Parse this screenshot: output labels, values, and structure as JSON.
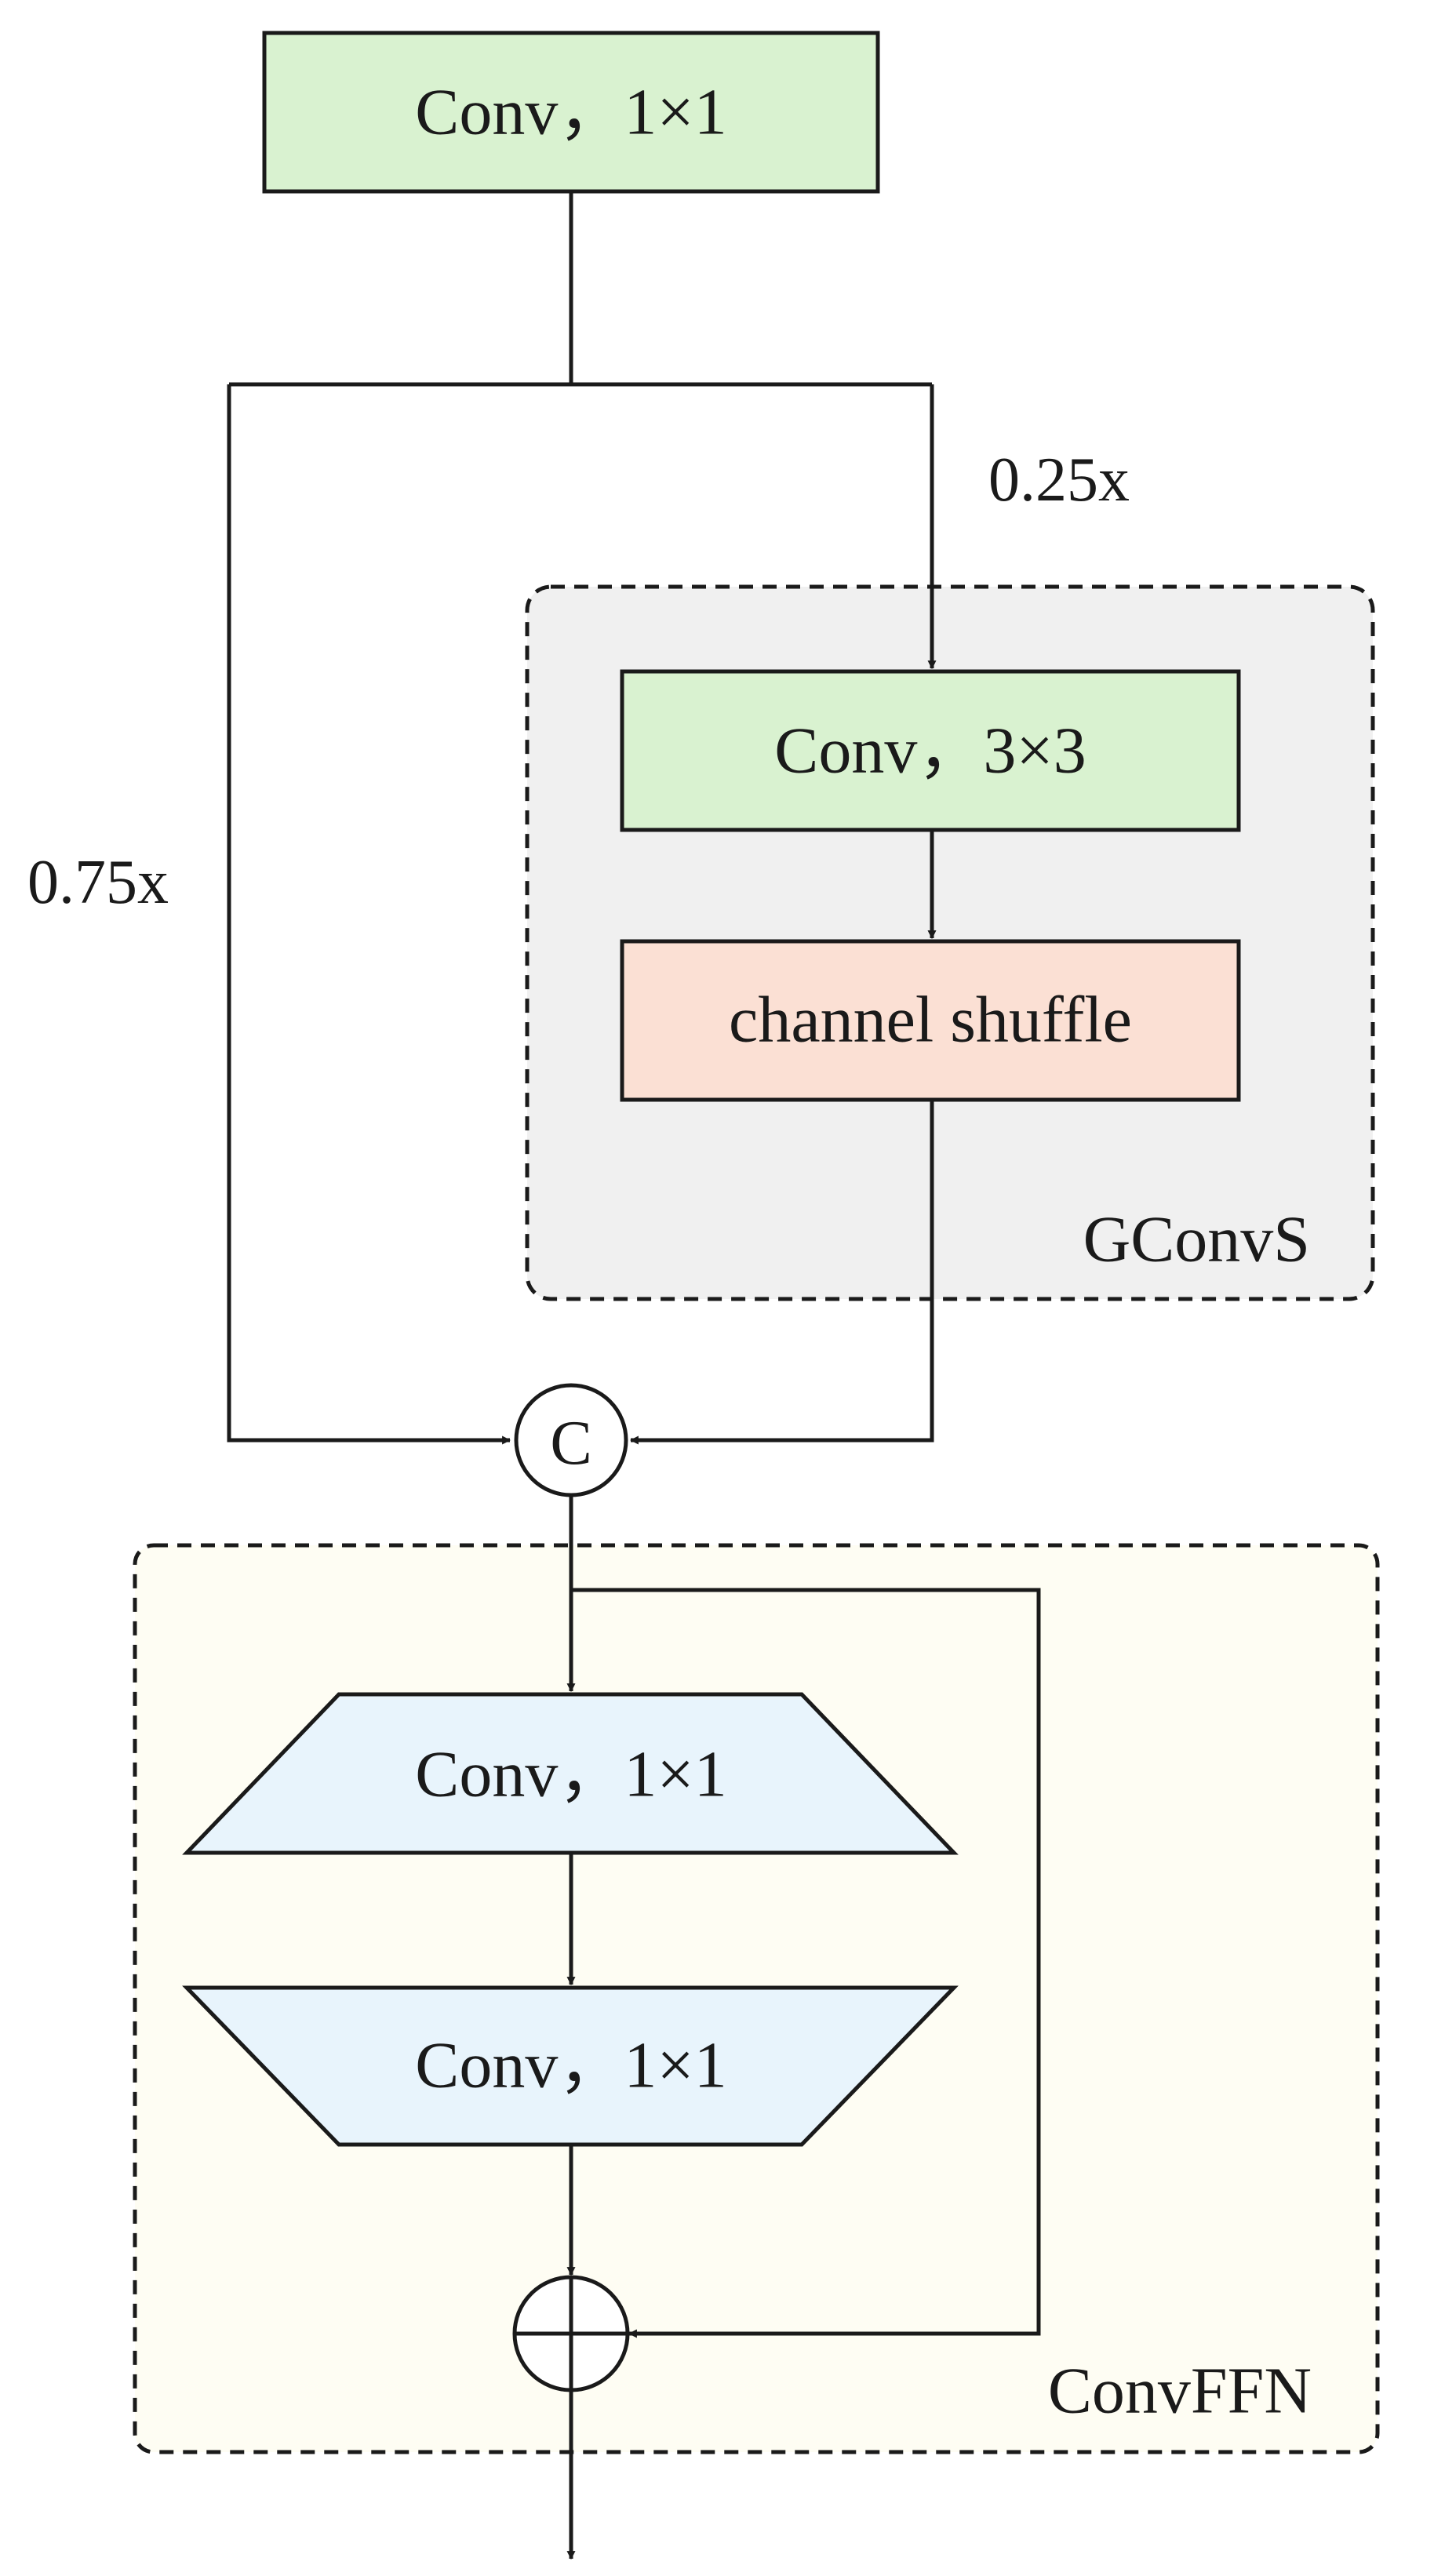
{
  "blocks": {
    "conv_top": "Conv，1×1",
    "conv_3x3": "Conv，3×3",
    "channel_shuffle": "channel shuffle",
    "ffn_conv_expand": "Conv，1×1",
    "ffn_conv_reduce": "Conv，1×1"
  },
  "ratios": {
    "left_branch": "0.75x",
    "right_branch": "0.25x"
  },
  "groups": {
    "gconvs": "GConvS",
    "convffn": "ConvFFN"
  },
  "nodes": {
    "concat": "C",
    "add_symbol": "⊕"
  },
  "colors": {
    "conv_green": "#d9f2d0",
    "shuffle_peach": "#fbe0d4",
    "ffn_blue": "#e8f4fc",
    "gconvs_bg": "#f0f0f0",
    "convffn_bg": "#fefdf3",
    "stroke": "#1a1a1a"
  }
}
